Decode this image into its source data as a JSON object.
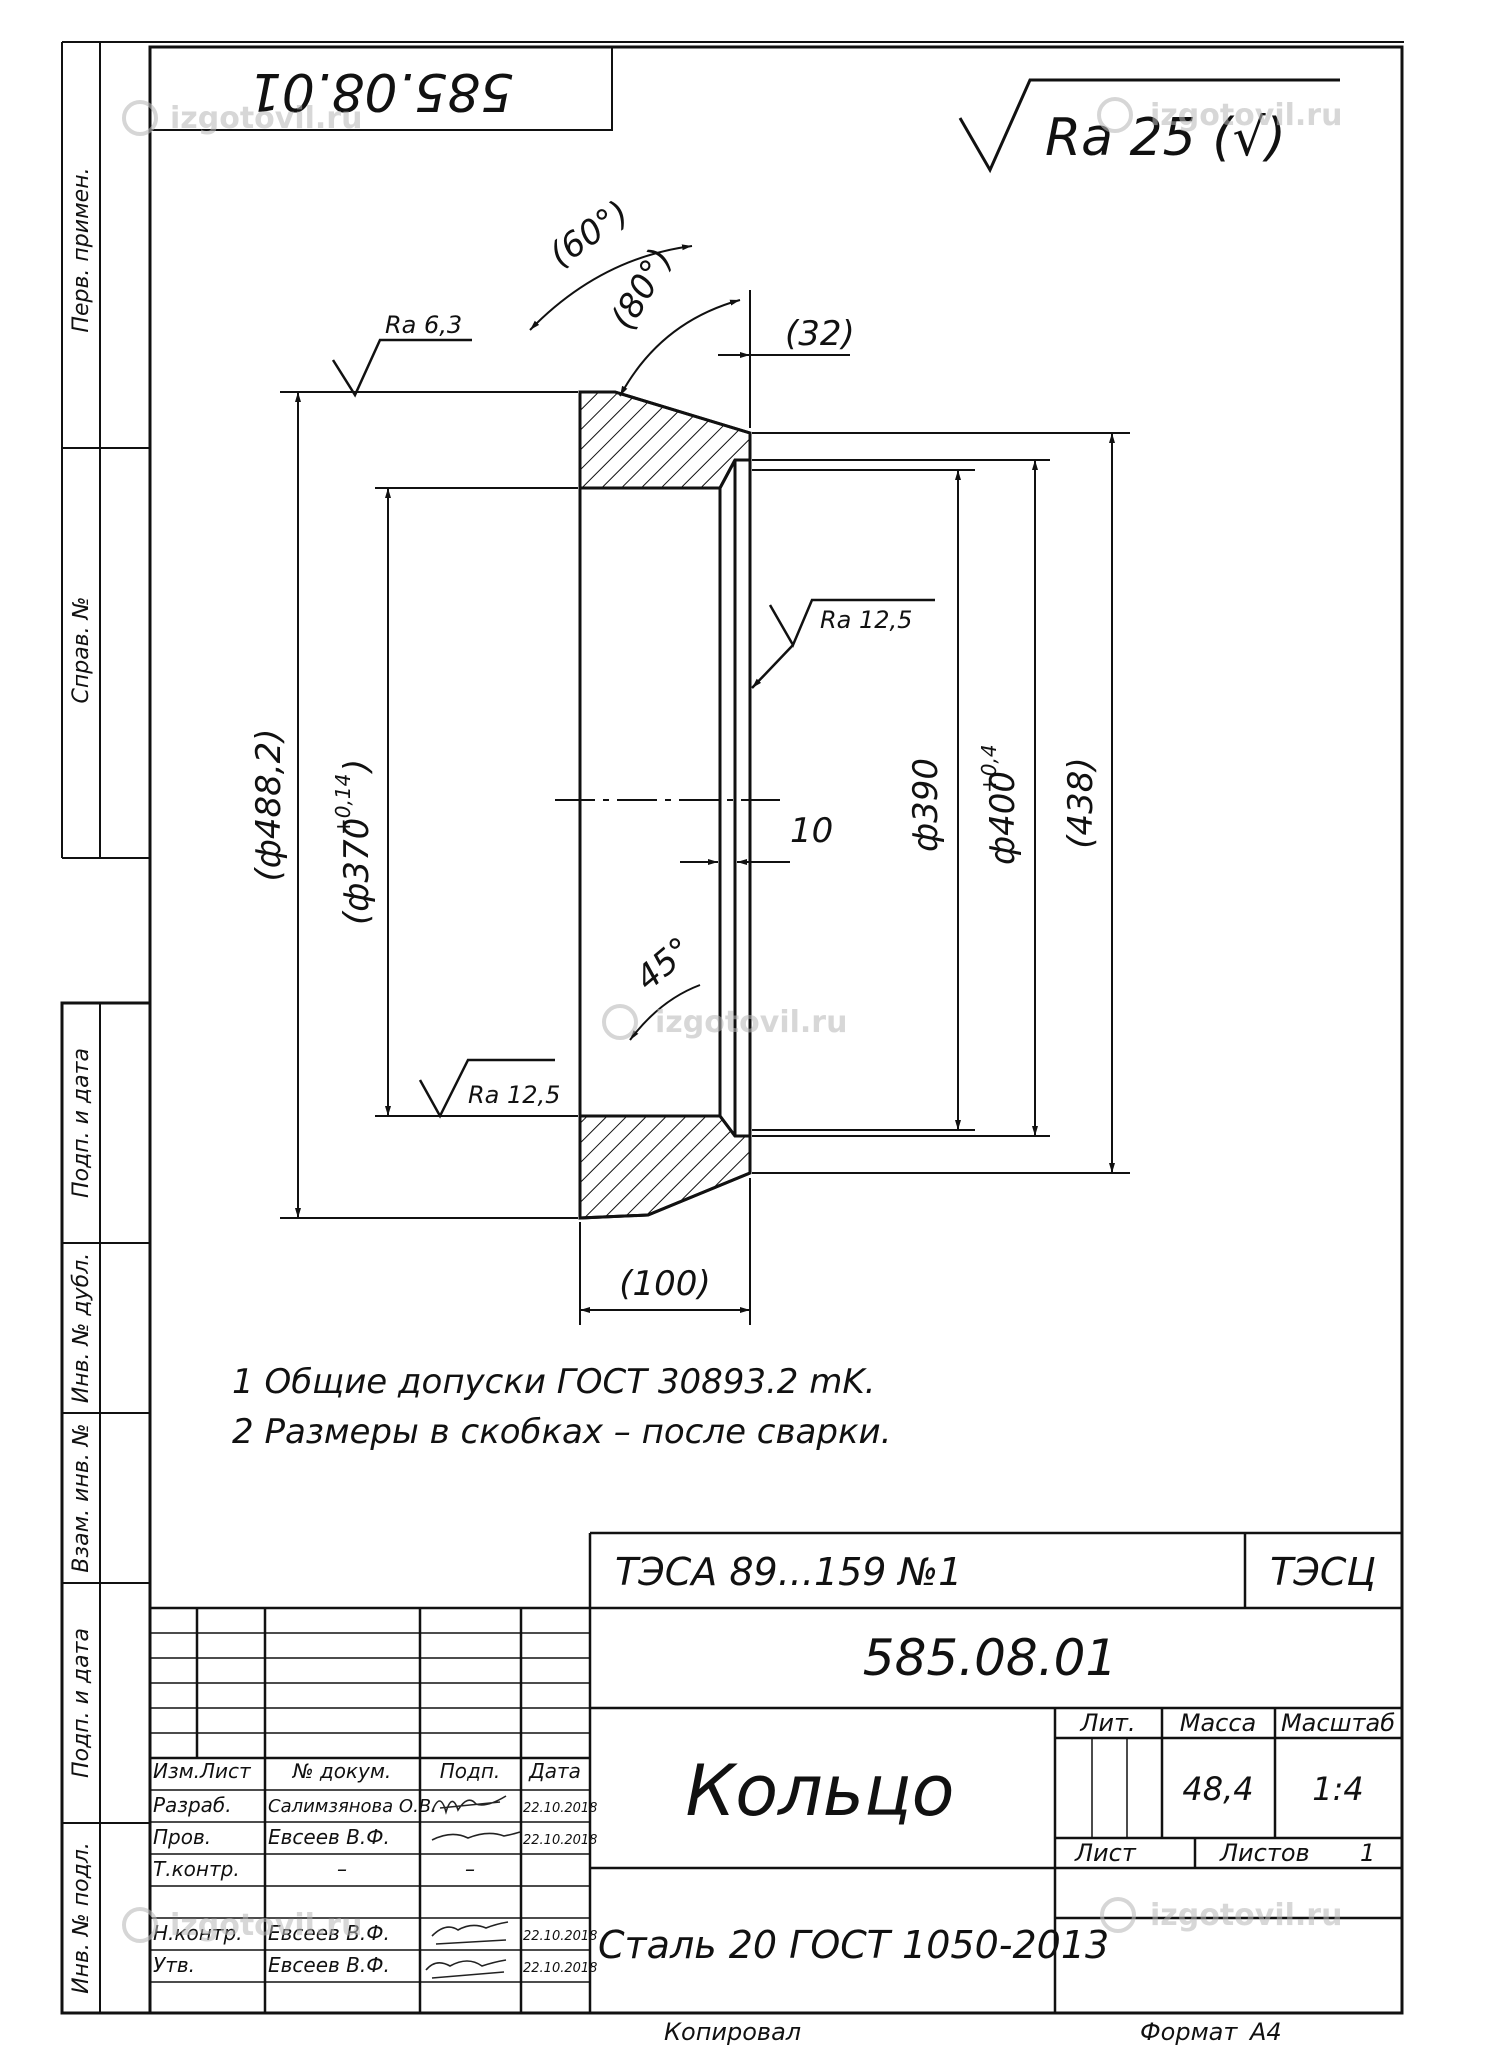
{
  "sheet": {
    "code_rotated": "585.08.01",
    "roughness_general": "Ra 25 (√)",
    "left_strip": {
      "perv_primen": "Перв. примен.",
      "sprav_no": "Справ. №",
      "podp_data": "Подп. и дата",
      "inv_dubl": "Инв. № дубл.",
      "vzam_inv": "Взам. инв. №",
      "podp_data_2": "Подп. и дата",
      "inv_podl": "Инв. № подл."
    },
    "watermark": "izgotovil.ru",
    "footer_copied": "Копировал",
    "footer_format_label": "Формат",
    "footer_format_value": "А4"
  },
  "drawing": {
    "dims": {
      "angle_60": "(60°)",
      "angle_80": "(80°)",
      "width_32": "(32)",
      "ra_63": "Ra 6,3",
      "ra_125_right": "Ra 12,5",
      "ra_125_left": "Ra 12,5",
      "d4882": "(ф488,2)",
      "d370": "(ф370",
      "d370_tol": "+0,14",
      "d370_close": ")",
      "d390": "ф390",
      "d400": "ф400",
      "d400_tol": "+0,4",
      "d438": "(438)",
      "dim_10": "10",
      "angle_45": "45°",
      "dim_100": "(100)"
    }
  },
  "notes": [
    "1 Общие допуски ГОСТ 30893.2 mK.",
    "2 Размеры в скобках – после сварки."
  ],
  "title_block": {
    "project": "ТЭСА 89...159 №1",
    "org": "ТЭСЦ",
    "designation": "585.08.01",
    "part_name": "Кольцо",
    "material": "Сталь 20 ГОСТ 1050-2013",
    "labels": {
      "lit": "Лит.",
      "massa": "Масса",
      "masshtab": "Масштаб",
      "list": "Лист",
      "listov": "Листов"
    },
    "massa_value": "48,4",
    "masshtab_value": "1:4",
    "listov_value": "1",
    "header_row": [
      "Изм.",
      "Лист",
      "№ докум.",
      "Подп.",
      "Дата"
    ],
    "rows": [
      {
        "role": "Разраб.",
        "name": "Салимзянова О.В.",
        "date": "22.10.2018",
        "signed": true
      },
      {
        "role": "Пров.",
        "name": "Евсеев В.Ф.",
        "date": "22.10.2018",
        "signed": true
      },
      {
        "role": "Т.контр.",
        "name": "–",
        "date": "",
        "sign_dash": "–",
        "signed": false
      },
      {
        "role": "",
        "name": "",
        "date": "",
        "signed": false
      },
      {
        "role": "Н.контр.",
        "name": "Евсеев В.Ф.",
        "date": "22.10.2018",
        "signed": true
      },
      {
        "role": "Утв.",
        "name": "Евсеев В.Ф.",
        "date": "22.10.2018",
        "signed": true
      }
    ]
  }
}
